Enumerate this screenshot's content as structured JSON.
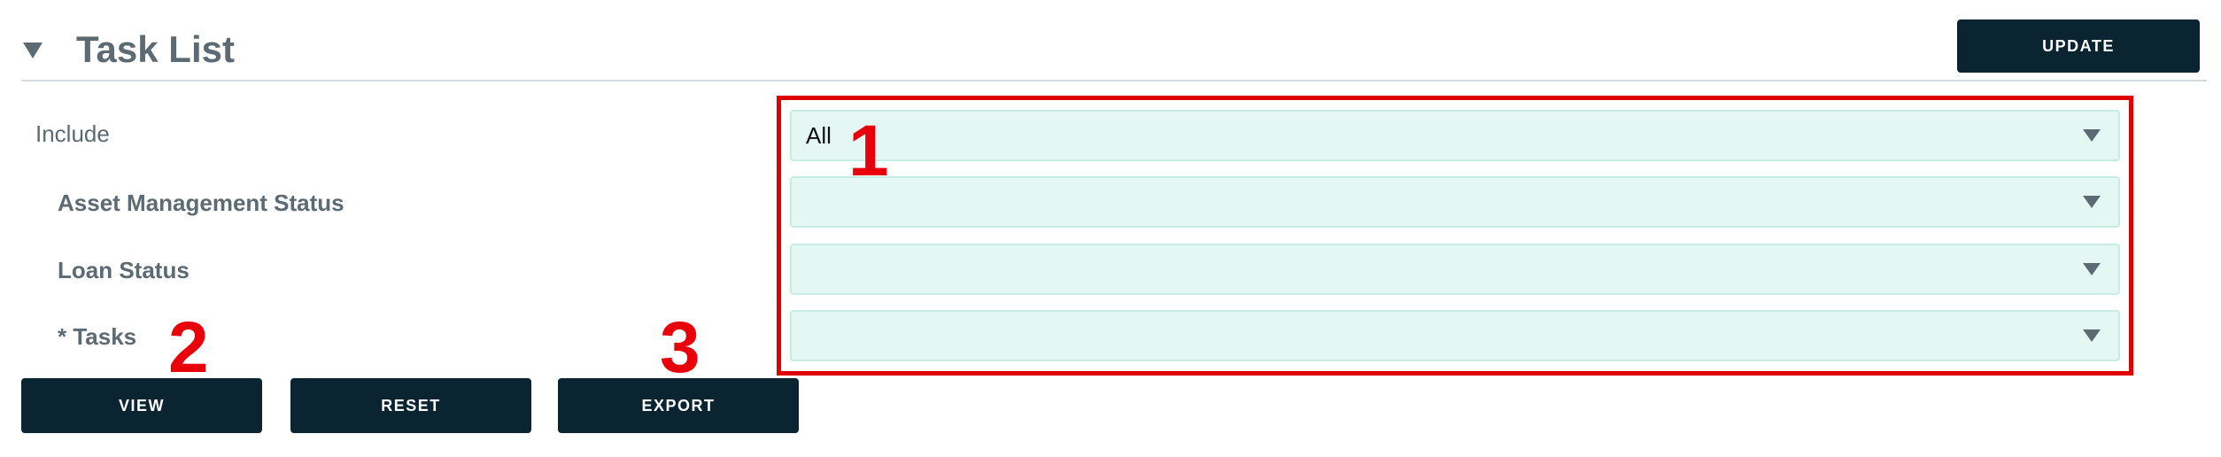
{
  "header": {
    "title": "Task List",
    "update_label": "UPDATE",
    "collapse_icon": "triangle-down-icon"
  },
  "form": {
    "include": {
      "label": "Include",
      "value": "All"
    },
    "asset_management_status": {
      "label": "Asset Management Status",
      "value": ""
    },
    "loan_status": {
      "label": "Loan Status",
      "value": ""
    },
    "tasks": {
      "label": "* Tasks",
      "value": ""
    }
  },
  "actions": {
    "view_label": "VIEW",
    "reset_label": "RESET",
    "export_label": "EXPORT"
  },
  "annotations": {
    "marker_1": "1",
    "marker_2": "2",
    "marker_3": "3",
    "color": "#e00000"
  },
  "colors": {
    "button_bg": "#0b2432",
    "select_bg": "#e5f7f3",
    "label_text": "#5c6b73"
  }
}
